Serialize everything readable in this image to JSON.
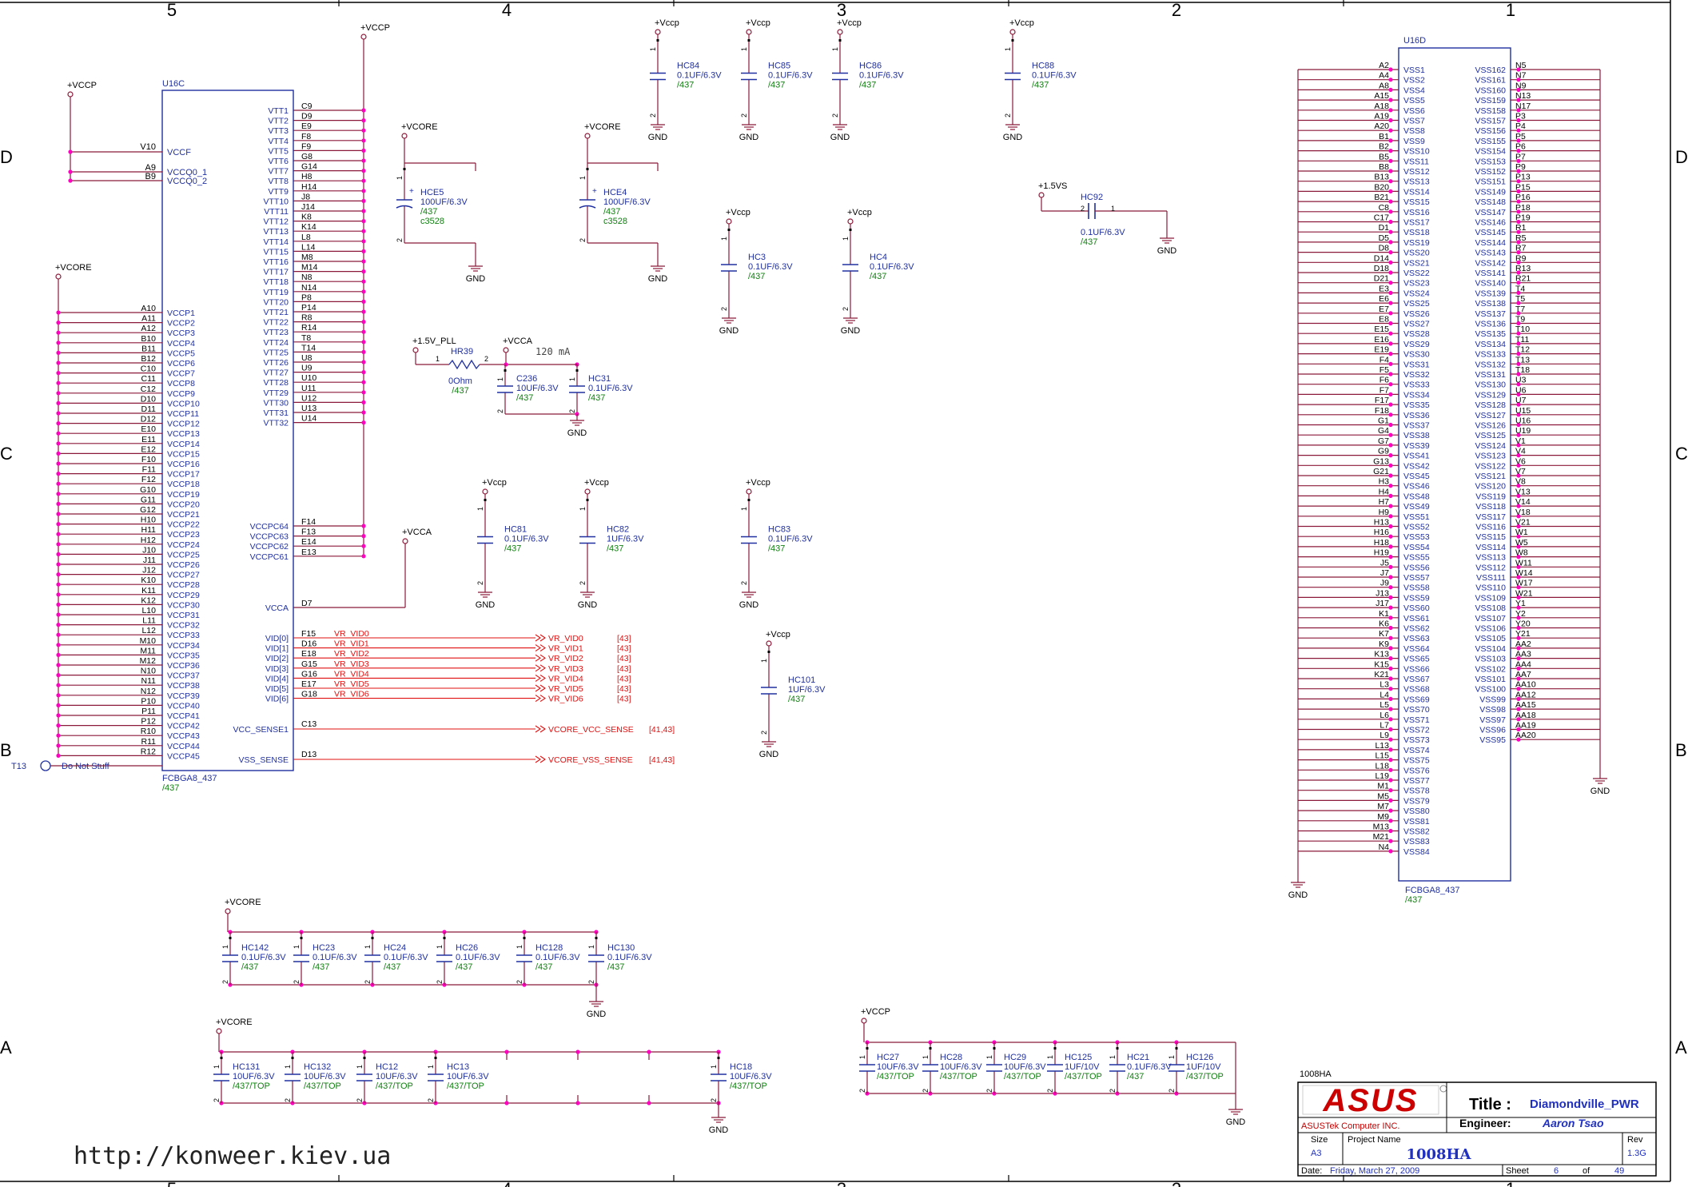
{
  "border": {
    "cols_top": [
      "5",
      "4",
      "3",
      "2",
      "1"
    ],
    "rows": [
      "D",
      "C",
      "B",
      "A"
    ]
  },
  "u16c": {
    "ref": "U16C",
    "footprint": "FCBGA8_437",
    "sub": "/437",
    "vccf": {
      "pin": "V10",
      "name": "VCCF"
    },
    "vccq": [
      {
        "pin": "A9",
        "name": "VCCQ0_1"
      },
      {
        "pin": "B9",
        "name": "VCCQ0_2"
      }
    ],
    "vccp": [
      {
        "pin": "A10",
        "name": "VCCP1"
      },
      {
        "pin": "A11",
        "name": "VCCP2"
      },
      {
        "pin": "A12",
        "name": "VCCP3"
      },
      {
        "pin": "B10",
        "name": "VCCP4"
      },
      {
        "pin": "B11",
        "name": "VCCP5"
      },
      {
        "pin": "B12",
        "name": "VCCP6"
      },
      {
        "pin": "C10",
        "name": "VCCP7"
      },
      {
        "pin": "C11",
        "name": "VCCP8"
      },
      {
        "pin": "C12",
        "name": "VCCP9"
      },
      {
        "pin": "D10",
        "name": "VCCP10"
      },
      {
        "pin": "D11",
        "name": "VCCP11"
      },
      {
        "pin": "D12",
        "name": "VCCP12"
      },
      {
        "pin": "E10",
        "name": "VCCP13"
      },
      {
        "pin": "E11",
        "name": "VCCP14"
      },
      {
        "pin": "E12",
        "name": "VCCP15"
      },
      {
        "pin": "F10",
        "name": "VCCP16"
      },
      {
        "pin": "F11",
        "name": "VCCP17"
      },
      {
        "pin": "F12",
        "name": "VCCP18"
      },
      {
        "pin": "G10",
        "name": "VCCP19"
      },
      {
        "pin": "G11",
        "name": "VCCP20"
      },
      {
        "pin": "G12",
        "name": "VCCP21"
      },
      {
        "pin": "H10",
        "name": "VCCP22"
      },
      {
        "pin": "H11",
        "name": "VCCP23"
      },
      {
        "pin": "H12",
        "name": "VCCP24"
      },
      {
        "pin": "J10",
        "name": "VCCP25"
      },
      {
        "pin": "J11",
        "name": "VCCP26"
      },
      {
        "pin": "J12",
        "name": "VCCP27"
      },
      {
        "pin": "K10",
        "name": "VCCP28"
      },
      {
        "pin": "K11",
        "name": "VCCP29"
      },
      {
        "pin": "K12",
        "name": "VCCP30"
      },
      {
        "pin": "L10",
        "name": "VCCP31"
      },
      {
        "pin": "L11",
        "name": "VCCP32"
      },
      {
        "pin": "L12",
        "name": "VCCP33"
      },
      {
        "pin": "M10",
        "name": "VCCP34"
      },
      {
        "pin": "M11",
        "name": "VCCP35"
      },
      {
        "pin": "M12",
        "name": "VCCP36"
      },
      {
        "pin": "N10",
        "name": "VCCP37"
      },
      {
        "pin": "N11",
        "name": "VCCP38"
      },
      {
        "pin": "N12",
        "name": "VCCP39"
      },
      {
        "pin": "P10",
        "name": "VCCP40"
      },
      {
        "pin": "P11",
        "name": "VCCP41"
      },
      {
        "pin": "P12",
        "name": "VCCP42"
      },
      {
        "pin": "R10",
        "name": "VCCP43"
      },
      {
        "pin": "R11",
        "name": "VCCP44"
      },
      {
        "pin": "R12",
        "name": "VCCP45"
      }
    ],
    "vtt": [
      {
        "pin": "C9",
        "name": "VTT1"
      },
      {
        "pin": "D9",
        "name": "VTT2"
      },
      {
        "pin": "E9",
        "name": "VTT3"
      },
      {
        "pin": "F8",
        "name": "VTT4"
      },
      {
        "pin": "F9",
        "name": "VTT5"
      },
      {
        "pin": "G8",
        "name": "VTT6"
      },
      {
        "pin": "G14",
        "name": "VTT7"
      },
      {
        "pin": "H8",
        "name": "VTT8"
      },
      {
        "pin": "H14",
        "name": "VTT9"
      },
      {
        "pin": "J8",
        "name": "VTT10"
      },
      {
        "pin": "J14",
        "name": "VTT11"
      },
      {
        "pin": "K8",
        "name": "VTT12"
      },
      {
        "pin": "K14",
        "name": "VTT13"
      },
      {
        "pin": "L8",
        "name": "VTT14"
      },
      {
        "pin": "L14",
        "name": "VTT15"
      },
      {
        "pin": "M8",
        "name": "VTT16"
      },
      {
        "pin": "M14",
        "name": "VTT17"
      },
      {
        "pin": "N8",
        "name": "VTT18"
      },
      {
        "pin": "N14",
        "name": "VTT19"
      },
      {
        "pin": "P8",
        "name": "VTT20"
      },
      {
        "pin": "P14",
        "name": "VTT21"
      },
      {
        "pin": "R8",
        "name": "VTT22"
      },
      {
        "pin": "R14",
        "name": "VTT23"
      },
      {
        "pin": "T8",
        "name": "VTT24"
      },
      {
        "pin": "T14",
        "name": "VTT25"
      },
      {
        "pin": "U8",
        "name": "VTT26"
      },
      {
        "pin": "U9",
        "name": "VTT27"
      },
      {
        "pin": "U10",
        "name": "VTT28"
      },
      {
        "pin": "U11",
        "name": "VTT29"
      },
      {
        "pin": "U12",
        "name": "VTT30"
      },
      {
        "pin": "U13",
        "name": "VTT31"
      },
      {
        "pin": "U14",
        "name": "VTT32"
      }
    ],
    "vccpc": [
      {
        "pin": "F14",
        "name": "VCCPC64"
      },
      {
        "pin": "F13",
        "name": "VCCPC63"
      },
      {
        "pin": "E14",
        "name": "VCCPC62"
      },
      {
        "pin": "E13",
        "name": "VCCPC61"
      }
    ],
    "vcca": {
      "pin": "D7",
      "name": "VCCA"
    },
    "vid": [
      {
        "pin": "F15",
        "name": "VID[0]",
        "net": "VR_VID0",
        "ref": "[43]"
      },
      {
        "pin": "D16",
        "name": "VID[1]",
        "net": "VR_VID1",
        "ref": "[43]"
      },
      {
        "pin": "E18",
        "name": "VID[2]",
        "net": "VR_VID2",
        "ref": "[43]"
      },
      {
        "pin": "G15",
        "name": "VID[3]",
        "net": "VR_VID3",
        "ref": "[43]"
      },
      {
        "pin": "G16",
        "name": "VID[4]",
        "net": "VR_VID4",
        "ref": "[43]"
      },
      {
        "pin": "E17",
        "name": "VID[5]",
        "net": "VR_VID5",
        "ref": "[43]"
      },
      {
        "pin": "G18",
        "name": "VID[6]",
        "net": "VR_VID6",
        "ref": "[43]"
      }
    ],
    "sense": [
      {
        "pin": "C13",
        "name": "VCC_SENSE1",
        "net": "VCORE_VCC_SENSE",
        "ref": "[41,43]"
      },
      {
        "pin": "D13",
        "name": "VSS_SENSE",
        "net": "VCORE_VSS_SENSE",
        "ref": "[41,43]"
      }
    ],
    "tp": {
      "ref": "T13",
      "label": "Do Not Stuff"
    }
  },
  "u16d": {
    "ref": "U16D",
    "footprint": "FCBGA8_437",
    "sub": "/437",
    "left": [
      {
        "pin": "A2",
        "name": "VSS1"
      },
      {
        "pin": "A4",
        "name": "VSS2"
      },
      {
        "pin": "A8",
        "name": "VSS4"
      },
      {
        "pin": "A15",
        "name": "VSS5"
      },
      {
        "pin": "A18",
        "name": "VSS6"
      },
      {
        "pin": "A19",
        "name": "VSS7"
      },
      {
        "pin": "A20",
        "name": "VSS8"
      },
      {
        "pin": "B1",
        "name": "VSS9"
      },
      {
        "pin": "B2",
        "name": "VSS10"
      },
      {
        "pin": "B5",
        "name": "VSS11"
      },
      {
        "pin": "B8",
        "name": "VSS12"
      },
      {
        "pin": "B13",
        "name": "VSS13"
      },
      {
        "pin": "B20",
        "name": "VSS14"
      },
      {
        "pin": "B21",
        "name": "VSS15"
      },
      {
        "pin": "C8",
        "name": "VSS16"
      },
      {
        "pin": "C17",
        "name": "VSS17"
      },
      {
        "pin": "D1",
        "name": "VSS18"
      },
      {
        "pin": "D5",
        "name": "VSS19"
      },
      {
        "pin": "D8",
        "name": "VSS20"
      },
      {
        "pin": "D14",
        "name": "VSS21"
      },
      {
        "pin": "D18",
        "name": "VSS22"
      },
      {
        "pin": "D21",
        "name": "VSS23"
      },
      {
        "pin": "E3",
        "name": "VSS24"
      },
      {
        "pin": "E6",
        "name": "VSS25"
      },
      {
        "pin": "E7",
        "name": "VSS26"
      },
      {
        "pin": "E8",
        "name": "VSS27"
      },
      {
        "pin": "E15",
        "name": "VSS28"
      },
      {
        "pin": "E16",
        "name": "VSS29"
      },
      {
        "pin": "E19",
        "name": "VSS30"
      },
      {
        "pin": "F4",
        "name": "VSS31"
      },
      {
        "pin": "F5",
        "name": "VSS32"
      },
      {
        "pin": "F6",
        "name": "VSS33"
      },
      {
        "pin": "F7",
        "name": "VSS34"
      },
      {
        "pin": "F17",
        "name": "VSS35"
      },
      {
        "pin": "F18",
        "name": "VSS36"
      },
      {
        "pin": "G1",
        "name": "VSS37"
      },
      {
        "pin": "G4",
        "name": "VSS38"
      },
      {
        "pin": "G7",
        "name": "VSS39"
      },
      {
        "pin": "G9",
        "name": "VSS41"
      },
      {
        "pin": "G13",
        "name": "VSS42"
      },
      {
        "pin": "G21",
        "name": "VSS45"
      },
      {
        "pin": "H3",
        "name": "VSS46"
      },
      {
        "pin": "H4",
        "name": "VSS48"
      },
      {
        "pin": "H7",
        "name": "VSS49"
      },
      {
        "pin": "H9",
        "name": "VSS51"
      },
      {
        "pin": "H13",
        "name": "VSS52"
      },
      {
        "pin": "H16",
        "name": "VSS53"
      },
      {
        "pin": "H18",
        "name": "VSS54"
      },
      {
        "pin": "H19",
        "name": "VSS55"
      },
      {
        "pin": "J5",
        "name": "VSS56"
      },
      {
        "pin": "J7",
        "name": "VSS57"
      },
      {
        "pin": "J9",
        "name": "VSS58"
      },
      {
        "pin": "J13",
        "name": "VSS59"
      },
      {
        "pin": "J17",
        "name": "VSS60"
      },
      {
        "pin": "K1",
        "name": "VSS61"
      },
      {
        "pin": "K6",
        "name": "VSS62"
      },
      {
        "pin": "K7",
        "name": "VSS63"
      },
      {
        "pin": "K9",
        "name": "VSS64"
      },
      {
        "pin": "K13",
        "name": "VSS65"
      },
      {
        "pin": "K15",
        "name": "VSS66"
      },
      {
        "pin": "K21",
        "name": "VSS67"
      },
      {
        "pin": "L3",
        "name": "VSS68"
      },
      {
        "pin": "L4",
        "name": "VSS69"
      },
      {
        "pin": "L5",
        "name": "VSS70"
      },
      {
        "pin": "L6",
        "name": "VSS71"
      },
      {
        "pin": "L7",
        "name": "VSS72"
      },
      {
        "pin": "L9",
        "name": "VSS73"
      },
      {
        "pin": "L13",
        "name": "VSS74"
      },
      {
        "pin": "L15",
        "name": "VSS75"
      },
      {
        "pin": "L18",
        "name": "VSS76"
      },
      {
        "pin": "L19",
        "name": "VSS77"
      },
      {
        "pin": "M1",
        "name": "VSS78"
      },
      {
        "pin": "M5",
        "name": "VSS79"
      },
      {
        "pin": "M7",
        "name": "VSS80"
      },
      {
        "pin": "M9",
        "name": "VSS81"
      },
      {
        "pin": "M13",
        "name": "VSS82"
      },
      {
        "pin": "M21",
        "name": "VSS83"
      },
      {
        "pin": "N4",
        "name": "VSS84"
      }
    ],
    "right": [
      {
        "pin": "N5",
        "name": "VSS162"
      },
      {
        "pin": "N7",
        "name": "VSS161"
      },
      {
        "pin": "N9",
        "name": "VSS160"
      },
      {
        "pin": "N13",
        "name": "VSS159"
      },
      {
        "pin": "N17",
        "name": "VSS158"
      },
      {
        "pin": "P3",
        "name": "VSS157"
      },
      {
        "pin": "P4",
        "name": "VSS156"
      },
      {
        "pin": "P5",
        "name": "VSS155"
      },
      {
        "pin": "P6",
        "name": "VSS154"
      },
      {
        "pin": "P7",
        "name": "VSS153"
      },
      {
        "pin": "P9",
        "name": "VSS152"
      },
      {
        "pin": "P13",
        "name": "VSS151"
      },
      {
        "pin": "P15",
        "name": "VSS149"
      },
      {
        "pin": "P16",
        "name": "VSS148"
      },
      {
        "pin": "P18",
        "name": "VSS147"
      },
      {
        "pin": "P19",
        "name": "VSS146"
      },
      {
        "pin": "R1",
        "name": "VSS145"
      },
      {
        "pin": "R5",
        "name": "VSS144"
      },
      {
        "pin": "R7",
        "name": "VSS143"
      },
      {
        "pin": "R9",
        "name": "VSS142"
      },
      {
        "pin": "R13",
        "name": "VSS141"
      },
      {
        "pin": "R21",
        "name": "VSS140"
      },
      {
        "pin": "T4",
        "name": "VSS139"
      },
      {
        "pin": "T5",
        "name": "VSS138"
      },
      {
        "pin": "T7",
        "name": "VSS137"
      },
      {
        "pin": "T9",
        "name": "VSS136"
      },
      {
        "pin": "T10",
        "name": "VSS135"
      },
      {
        "pin": "T11",
        "name": "VSS134"
      },
      {
        "pin": "T12",
        "name": "VSS133"
      },
      {
        "pin": "T13",
        "name": "VSS132"
      },
      {
        "pin": "T18",
        "name": "VSS131"
      },
      {
        "pin": "U3",
        "name": "VSS130"
      },
      {
        "pin": "U6",
        "name": "VSS129"
      },
      {
        "pin": "U7",
        "name": "VSS128"
      },
      {
        "pin": "U15",
        "name": "VSS127"
      },
      {
        "pin": "U16",
        "name": "VSS126"
      },
      {
        "pin": "U19",
        "name": "VSS125"
      },
      {
        "pin": "V1",
        "name": "VSS124"
      },
      {
        "pin": "V4",
        "name": "VSS123"
      },
      {
        "pin": "V6",
        "name": "VSS122"
      },
      {
        "pin": "V7",
        "name": "VSS121"
      },
      {
        "pin": "V8",
        "name": "VSS120"
      },
      {
        "pin": "V13",
        "name": "VSS119"
      },
      {
        "pin": "V14",
        "name": "VSS118"
      },
      {
        "pin": "V18",
        "name": "VSS117"
      },
      {
        "pin": "V21",
        "name": "VSS116"
      },
      {
        "pin": "W1",
        "name": "VSS115"
      },
      {
        "pin": "W5",
        "name": "VSS114"
      },
      {
        "pin": "W8",
        "name": "VSS113"
      },
      {
        "pin": "W11",
        "name": "VSS112"
      },
      {
        "pin": "W14",
        "name": "VSS111"
      },
      {
        "pin": "W17",
        "name": "VSS110"
      },
      {
        "pin": "W21",
        "name": "VSS109"
      },
      {
        "pin": "Y1",
        "name": "VSS108"
      },
      {
        "pin": "Y2",
        "name": "VSS107"
      },
      {
        "pin": "Y20",
        "name": "VSS106"
      },
      {
        "pin": "Y21",
        "name": "VSS105"
      },
      {
        "pin": "AA2",
        "name": "VSS104"
      },
      {
        "pin": "AA3",
        "name": "VSS103"
      },
      {
        "pin": "AA4",
        "name": "VSS102"
      },
      {
        "pin": "AA7",
        "name": "VSS101"
      },
      {
        "pin": "AA10",
        "name": "VSS100"
      },
      {
        "pin": "AA12",
        "name": "VSS99"
      },
      {
        "pin": "AA15",
        "name": "VSS98"
      },
      {
        "pin": "AA18",
        "name": "VSS97"
      },
      {
        "pin": "AA19",
        "name": "VSS96"
      },
      {
        "pin": "AA20",
        "name": "VSS95"
      }
    ]
  },
  "nets": {
    "vccp": "+VCCP",
    "vcore": "+VCORE",
    "vcca": "+VCCA",
    "vccp_cap": "+Vccp",
    "gnd": "GND",
    "pll": "+1.5V_PLL",
    "vs15": "+1.5VS",
    "current": "120 mA"
  },
  "caps": {
    "hc84": {
      "ref": "HC84",
      "val": "0.1UF/6.3V",
      "sub": "/437"
    },
    "hc85": {
      "ref": "HC85",
      "val": "0.1UF/6.3V",
      "sub": "/437"
    },
    "hc86": {
      "ref": "HC86",
      "val": "0.1UF/6.3V",
      "sub": "/437"
    },
    "hc88": {
      "ref": "HC88",
      "val": "0.1UF/6.3V",
      "sub": "/437"
    },
    "hce5": {
      "ref": "HCE5",
      "val": "100UF/6.3V",
      "sub": "/437",
      "pkg": "c3528"
    },
    "hce4": {
      "ref": "HCE4",
      "val": "100UF/6.3V",
      "sub": "/437",
      "pkg": "c3528"
    },
    "hc3": {
      "ref": "HC3",
      "val": "0.1UF/6.3V",
      "sub": "/437"
    },
    "hc4": {
      "ref": "HC4",
      "val": "0.1UF/6.3V",
      "sub": "/437"
    },
    "hc92": {
      "ref": "HC92",
      "val": "0.1UF/6.3V",
      "sub": "/437"
    },
    "c236": {
      "ref": "C236",
      "val": "10UF/6.3V",
      "sub": "/437"
    },
    "hc31": {
      "ref": "HC31",
      "val": "0.1UF/6.3V",
      "sub": "/437"
    },
    "hc81": {
      "ref": "HC81",
      "val": "0.1UF/6.3V",
      "sub": "/437"
    },
    "hc82": {
      "ref": "HC82",
      "val": "1UF/6.3V",
      "sub": "/437"
    },
    "hc83": {
      "ref": "HC83",
      "val": "0.1UF/6.3V",
      "sub": "/437"
    },
    "hc101": {
      "ref": "HC101",
      "val": "1UF/6.3V",
      "sub": "/437"
    }
  },
  "hr39": {
    "ref": "HR39",
    "val": "0Ohm",
    "sub": "/437"
  },
  "row_a": [
    {
      "ref": "HC142",
      "val": "0.1UF/6.3V",
      "sub": "/437"
    },
    {
      "ref": "HC23",
      "val": "0.1UF/6.3V",
      "sub": "/437"
    },
    {
      "ref": "HC24",
      "val": "0.1UF/6.3V",
      "sub": "/437"
    },
    {
      "ref": "HC26",
      "val": "0.1UF/6.3V",
      "sub": "/437"
    },
    {
      "ref": "HC128",
      "val": "0.1UF/6.3V",
      "sub": "/437"
    },
    {
      "ref": "HC130",
      "val": "0.1UF/6.3V",
      "sub": "/437"
    }
  ],
  "row_b": [
    {
      "ref": "HC131",
      "val": "10UF/6.3V",
      "sub": "/437/TOP"
    },
    {
      "ref": "HC132",
      "val": "10UF/6.3V",
      "sub": "/437/TOP"
    },
    {
      "ref": "HC12",
      "val": "10UF/6.3V",
      "sub": "/437/TOP"
    },
    {
      "ref": "HC13",
      "val": "10UF/6.3V",
      "sub": "/437/TOP"
    },
    {
      "ref": "HC18",
      "val": "10UF/6.3V",
      "sub": "/437/TOP"
    }
  ],
  "row_c": [
    {
      "ref": "HC27",
      "val": "10UF/6.3V",
      "sub": "/437/TOP"
    },
    {
      "ref": "HC28",
      "val": "10UF/6.3V",
      "sub": "/437/TOP"
    },
    {
      "ref": "HC29",
      "val": "10UF/6.3V",
      "sub": "/437/TOP"
    },
    {
      "ref": "HC125",
      "val": "1UF/10V",
      "sub": "/437/TOP"
    },
    {
      "ref": "HC21",
      "val": "0.1UF/6.3V",
      "sub": "/437"
    },
    {
      "ref": "HC126",
      "val": "1UF/10V",
      "sub": "/437/TOP"
    }
  ],
  "titleblock": {
    "label": "1008HA",
    "logo": "ASUS",
    "company": "ASUSTek Computer INC.",
    "title_label": "Title :",
    "title": "Diamondville_PWR",
    "engineer_label": "Engineer:",
    "engineer": "Aaron Tsao",
    "size_label": "Size",
    "size": "A3",
    "project_label": "Project Name",
    "project": "1008HA",
    "rev_label": "Rev",
    "rev": "1.3G",
    "date_label": "Date:",
    "date": "Friday, March 27, 2009",
    "sheet_label": "Sheet",
    "sheet": "6",
    "of_label": "of",
    "of": "49"
  },
  "watermark": "http://konweer.kiev.ua",
  "colors": {
    "wire": "#8b1a3a",
    "part": "#2030a0",
    "pin": "#ff00c0",
    "green": "#108010",
    "red": "#e01010"
  }
}
